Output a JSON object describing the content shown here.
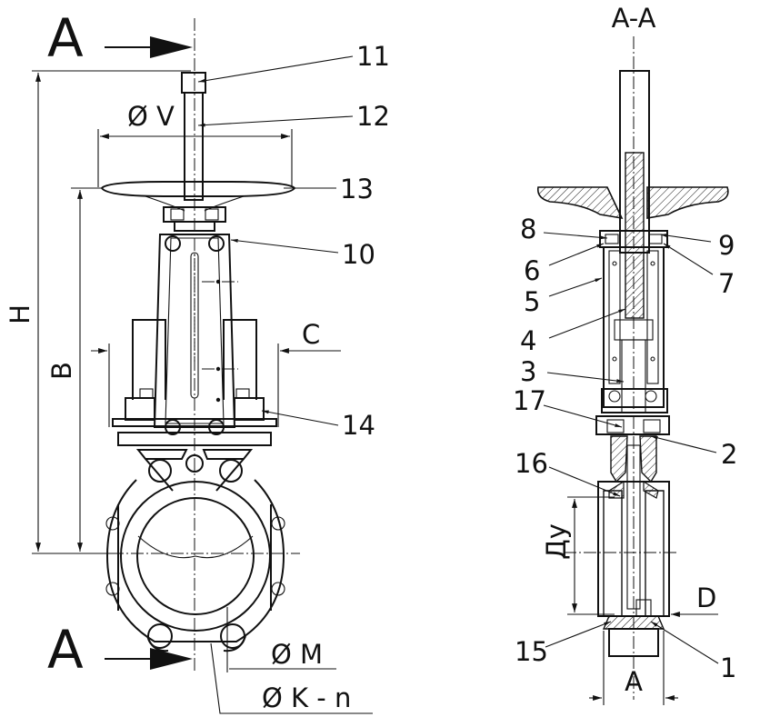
{
  "view_marks": {
    "left_top": "A",
    "left_bottom": "A",
    "section_title": "A-A"
  },
  "dimensions": {
    "H": "H",
    "B": "B",
    "C": "C",
    "V": "Ø V",
    "M": "Ø M",
    "K": "Ø K - n",
    "Dy": "Ду",
    "D": "D",
    "A": "A"
  },
  "part_numbers": [
    "1",
    "2",
    "3",
    "4",
    "5",
    "6",
    "7",
    "8",
    "9",
    "10",
    "11",
    "12",
    "13",
    "14",
    "15",
    "16",
    "17"
  ]
}
